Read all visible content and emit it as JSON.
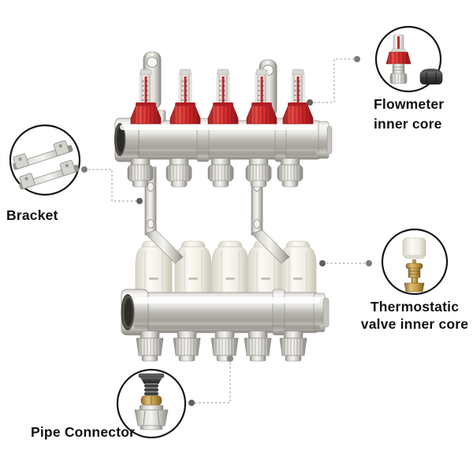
{
  "callouts": {
    "flowmeter": {
      "line1": "Flowmeter",
      "line2": "inner core"
    },
    "bracket": {
      "line1": "Bracket"
    },
    "thermostatic": {
      "line1": "Thermostatic",
      "line2": "valve inner core"
    },
    "pipe_connector": {
      "line1": "Pipe Connector"
    }
  },
  "product": {
    "branches": 5,
    "flowmeters": 5,
    "thermostatic_caps": 5
  },
  "palette": {
    "flowmeter_red": "#c4272c",
    "chrome": "#c9c7c1",
    "cap_ivory": "#efece2",
    "brass": "#c29a45",
    "dark_part": "#3a3a3a",
    "label_text": "#111111",
    "leader_line": "#bdbdbd",
    "leader_dot": "#6e6e6e",
    "background": "#ffffff"
  }
}
